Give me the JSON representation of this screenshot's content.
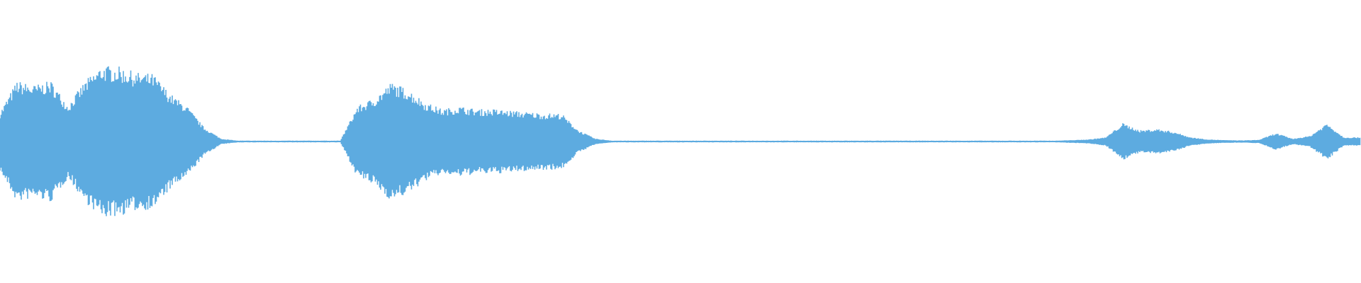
{
  "waveform": {
    "color": "#5dabe0",
    "background": "#ffffff",
    "amplitude_envelope": [
      0.21,
      0.43,
      0.4,
      0.43,
      0.26,
      0.43,
      0.54,
      0.53,
      0.49,
      0.48,
      0.34,
      0.25,
      0.1,
      0.02,
      0.006,
      0.006,
      0.006,
      0.006,
      0.006,
      0.006,
      0.006,
      0.25,
      0.31,
      0.42,
      0.37,
      0.28,
      0.23,
      0.25,
      0.23,
      0.23,
      0.22,
      0.21,
      0.2,
      0.2,
      0.08,
      0.02,
      0.006,
      0.006,
      0.006,
      0.006,
      0.006,
      0.006,
      0.006,
      0.006,
      0.006,
      0.006,
      0.006,
      0.006,
      0.006,
      0.006,
      0.006,
      0.006,
      0.006,
      0.006,
      0.006,
      0.006,
      0.006,
      0.006,
      0.006,
      0.006,
      0.006,
      0.006,
      0.006,
      0.01,
      0.015,
      0.03,
      0.13,
      0.08,
      0.09,
      0.07,
      0.03,
      0.015,
      0.01,
      0.008,
      0.012,
      0.06,
      0.02,
      0.04,
      0.13,
      0.03,
      0.03
    ]
  }
}
